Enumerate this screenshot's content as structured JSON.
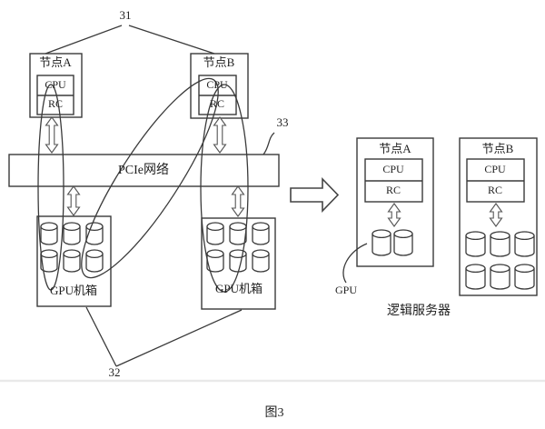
{
  "figure": {
    "caption": "图3"
  },
  "callouts": {
    "nodes_group": "31",
    "gpu_chassis_group": "32",
    "pcie_network": "33"
  },
  "physical": {
    "node_a": {
      "title": "节点A",
      "cpu": "CPU",
      "rc": "RC"
    },
    "node_b": {
      "title": "节点B",
      "cpu": "CPU",
      "rc": "RC"
    },
    "pcie": {
      "label": "PCIe网络"
    },
    "chassis_a": {
      "label": "GPU机箱",
      "gpu_count": 6
    },
    "chassis_b": {
      "label": "GPU机箱",
      "gpu_count": 6
    }
  },
  "logical": {
    "node_a": {
      "title": "节点A",
      "cpu": "CPU",
      "rc": "RC",
      "gpu_count": 2
    },
    "node_b": {
      "title": "节点B",
      "cpu": "CPU",
      "rc": "RC",
      "gpu_count": 6
    },
    "gpu_callout": "GPU",
    "caption": "逻辑服务器"
  },
  "colors": {
    "line": "#3a3a3a",
    "arrow_line": "#555555",
    "text": "#1f1f1f",
    "faint_rule": "#e9e9e9",
    "background": "#ffffff"
  }
}
